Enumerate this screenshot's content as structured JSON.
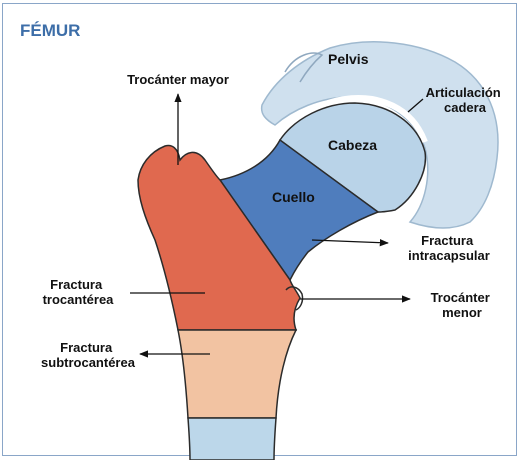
{
  "title": "FÉMUR",
  "colors": {
    "title": "#3d6ea8",
    "frame": "#8aa6c8",
    "pelvis": "#cfe0ee",
    "head": "#b9d3e8",
    "neck": "#4f7dbd",
    "trochanter_region": "#e0694f",
    "subtrochanter_region": "#f2c3a2",
    "shaft": "#bcd7ea",
    "outline": "#2b2b2b"
  },
  "regions": {
    "pelvis": "Pelvis",
    "head": "Cabeza",
    "neck": "Cuello"
  },
  "callouts": {
    "trocanter_mayor": [
      "Trocánter mayor"
    ],
    "articulacion": [
      "Articulación",
      "cadera"
    ],
    "fractura_intracapsular": [
      "Fractura",
      "intracapsular"
    ],
    "fractura_trocanterea": [
      "Fractura",
      "trocantérea"
    ],
    "trocanter_menor": [
      "Trocánter",
      "menor"
    ],
    "fractura_subtrocanterea": [
      "Fractura",
      "subtrocantérea"
    ]
  }
}
